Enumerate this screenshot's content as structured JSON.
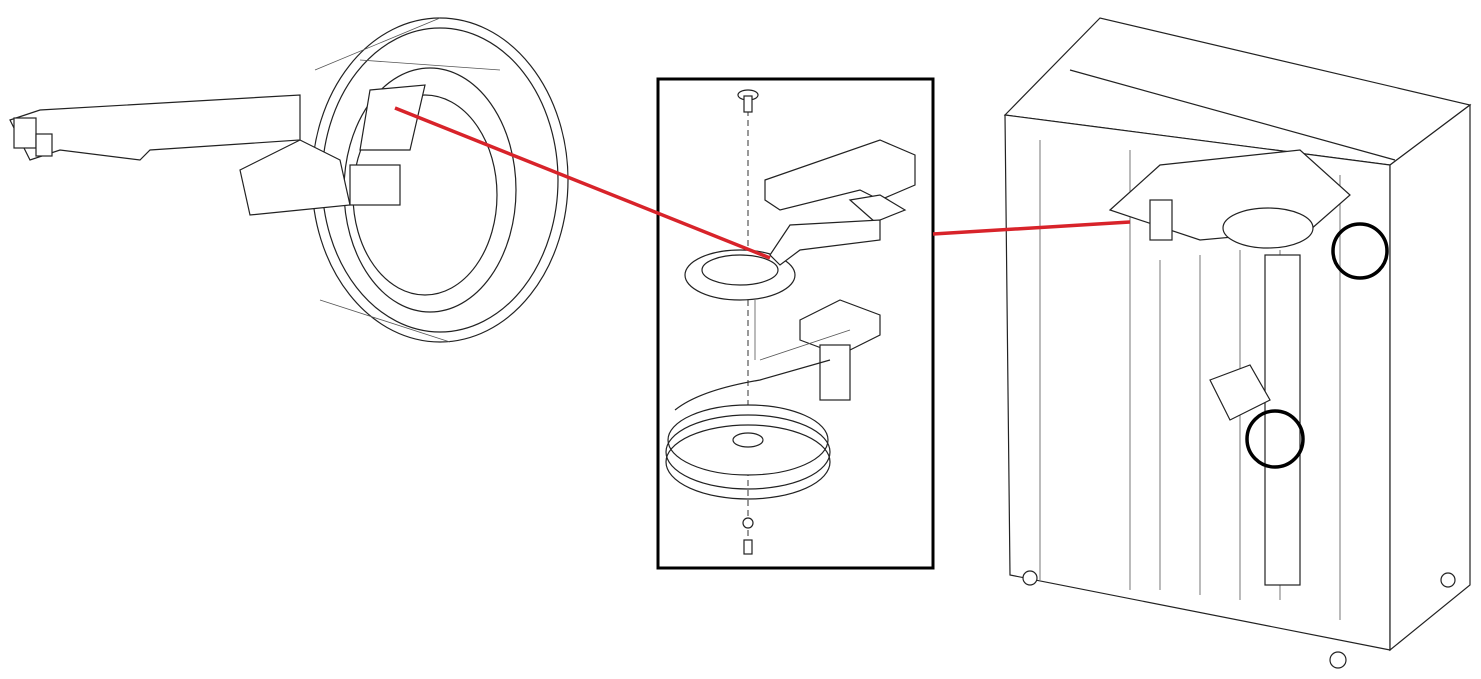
{
  "colors": {
    "connector_line": "#d8232a",
    "outline": "#222222",
    "highlight_circle": "#000000",
    "background": "#ffffff"
  },
  "parts": {
    "left": "flat-cable-reel",
    "center": "exploded-view-rotary-assembly",
    "right": "cabinet-assembly"
  },
  "highlights": {
    "circle_count": 2
  }
}
